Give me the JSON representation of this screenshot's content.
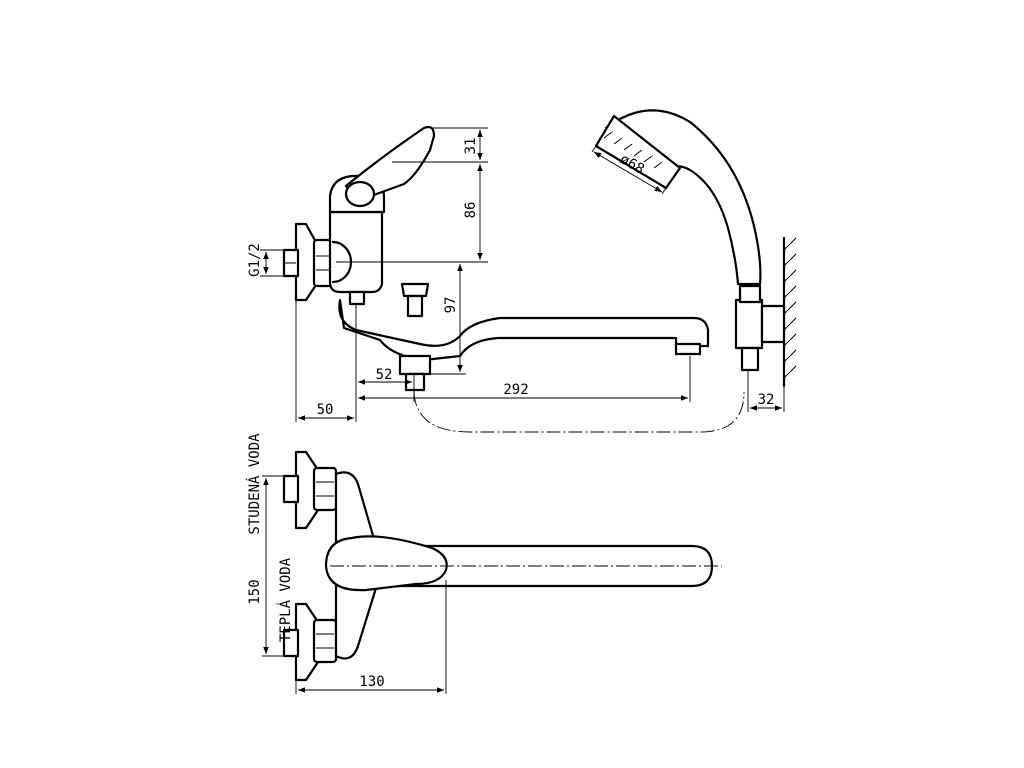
{
  "dimensions": {
    "lever_height": "31",
    "body_height": "86",
    "thread": "G1/2",
    "outlet_height": "97",
    "diverter_offset": "52",
    "spout_length": "292",
    "wall_offset": "50",
    "holder_offset": "32",
    "shower_head_diameter": "ø68",
    "inlet_spacing": "150",
    "lever_reach": "130"
  },
  "labels": {
    "cold_water": "STUDENÁ VODA",
    "hot_water": "TEPLÁ VODA"
  }
}
